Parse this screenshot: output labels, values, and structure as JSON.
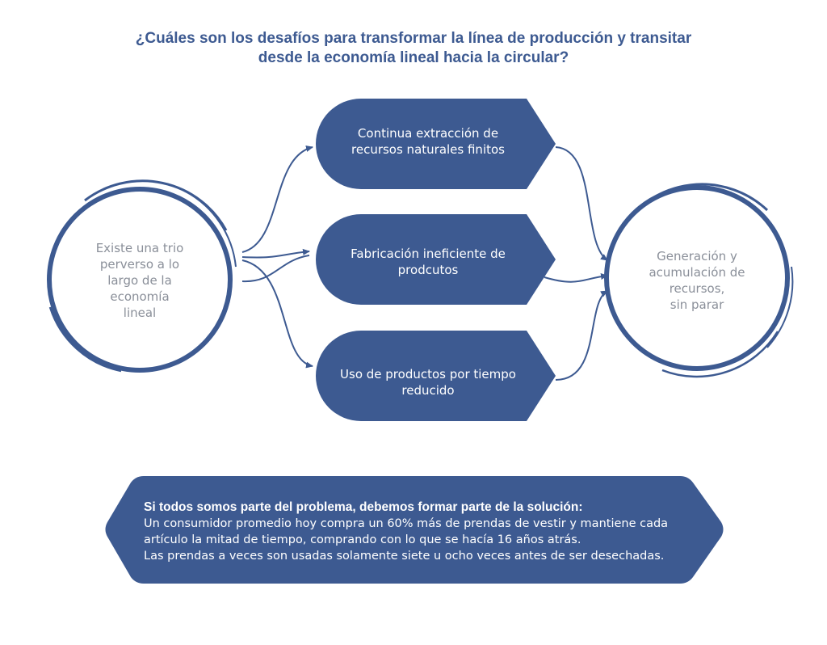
{
  "title": {
    "line1": "¿Cuáles son los desafíos para transformar la línea de producción y transitar",
    "line2": "desde la economía lineal hacia la circular?"
  },
  "left_circle": {
    "lines": [
      "Existe una trio",
      "perverso a lo",
      "largo de la",
      "economía",
      "lineal"
    ]
  },
  "right_circle": {
    "lines": [
      "Generación y",
      "acumulación de",
      "recursos,",
      "sin parar"
    ]
  },
  "boxes": [
    {
      "lines": [
        "Continua extracción de",
        "recursos naturales finitos"
      ]
    },
    {
      "lines": [
        "Fabricación ineficiente de",
        "prodcutos"
      ]
    },
    {
      "lines": [
        "Uso de productos por tiempo",
        "reducido"
      ]
    }
  ],
  "bottom": {
    "heading": "Si todos somos parte del problema, debemos formar parte de la solución:",
    "line1": "Un consumidor promedio hoy compra un 60% más de prendas de vestir y mantiene cada",
    "line2": "artículo la mitad de tiempo, comprando con lo que se hacía 16 años atrás.",
    "line3": "Las prendas a veces son usadas solamente siete u ocho veces antes de ser desechadas."
  },
  "colors": {
    "primary": "#3d5a91",
    "circle_text": "#8a8f99",
    "box_text": "#ffffff"
  }
}
